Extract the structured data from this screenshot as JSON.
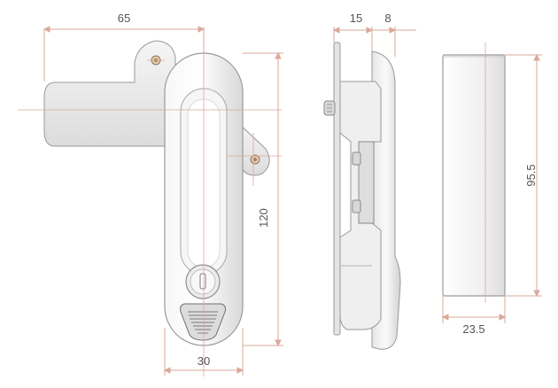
{
  "colors": {
    "dimension_line": "#d9a99a",
    "outline": "#9a9a9a",
    "fill_light": "#f4f4f4",
    "fill_mid": "#e3e3e3",
    "fill_dark": "#c9c9c9",
    "text": "#555555"
  },
  "dimensions": {
    "front_width_total": "65",
    "front_height": "120",
    "front_body_width": "30",
    "side_plate_depth": "15",
    "side_handle_depth": "8",
    "block_height": "95.5",
    "block_width": "23.5"
  }
}
